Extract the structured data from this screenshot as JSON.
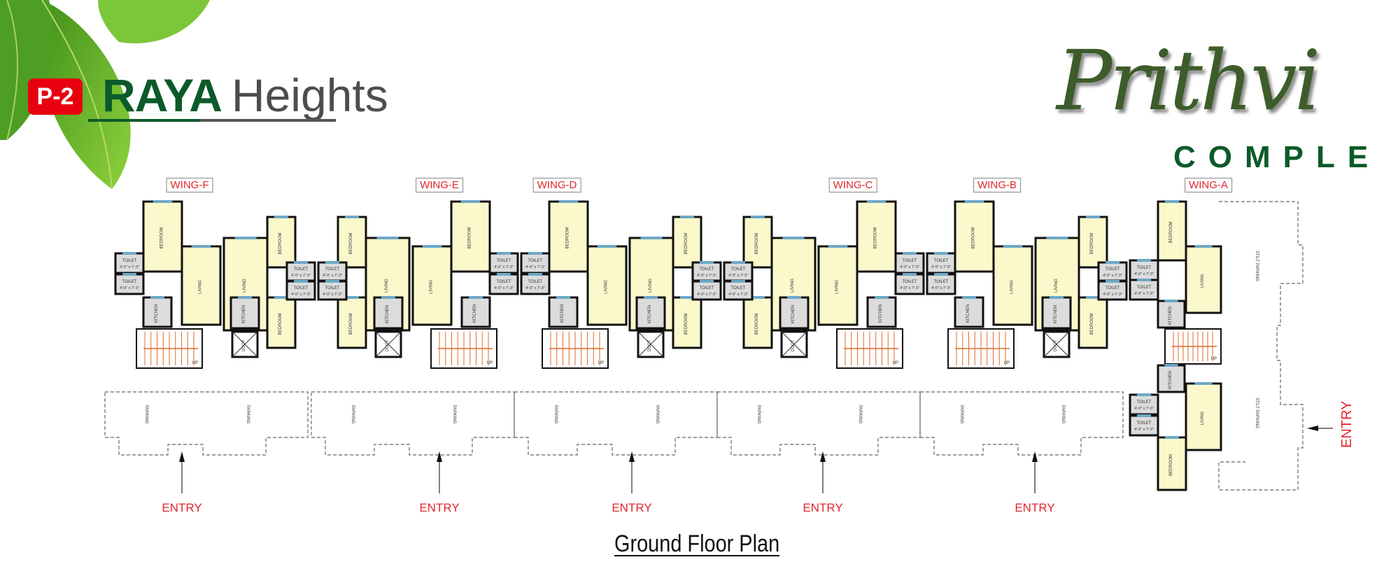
{
  "header": {
    "badge": "P-2",
    "title_bold": "RAYA",
    "title_light": "Heights"
  },
  "logo": {
    "script_name": "Prithvi",
    "subtitle": "COMPLEX"
  },
  "wings": [
    {
      "label": "WING-F"
    },
    {
      "label": "WING-E"
    },
    {
      "label": "WING-D"
    },
    {
      "label": "WING-C"
    },
    {
      "label": "WING-B"
    },
    {
      "label": "WING-A"
    }
  ],
  "room_labels": {
    "bedroom": "BEDROOM",
    "living": "LIVING",
    "toilet": "TOILET",
    "kitchen": "KITCHEN",
    "duct": "DUCT",
    "parking": "PARKING",
    "stilt_parking": "STILT PARKING",
    "up": "UP",
    "toilet_size": "4'-0\" x 7'-3\""
  },
  "entry_label": "ENTRY",
  "entries": [
    "ENTRY",
    "ENTRY",
    "ENTRY",
    "ENTRY",
    "ENTRY"
  ],
  "side_entry": "ENTRY",
  "footer": {
    "title": "Ground Floor Plan"
  },
  "colors": {
    "room": "#fbf8cc",
    "wet": "#dcdcdc",
    "wall": "#111111",
    "window": "#6fa8c8",
    "stair": "#e06a2a",
    "accent_red": "#e0262b",
    "brand_green": "#0b5a2a"
  }
}
